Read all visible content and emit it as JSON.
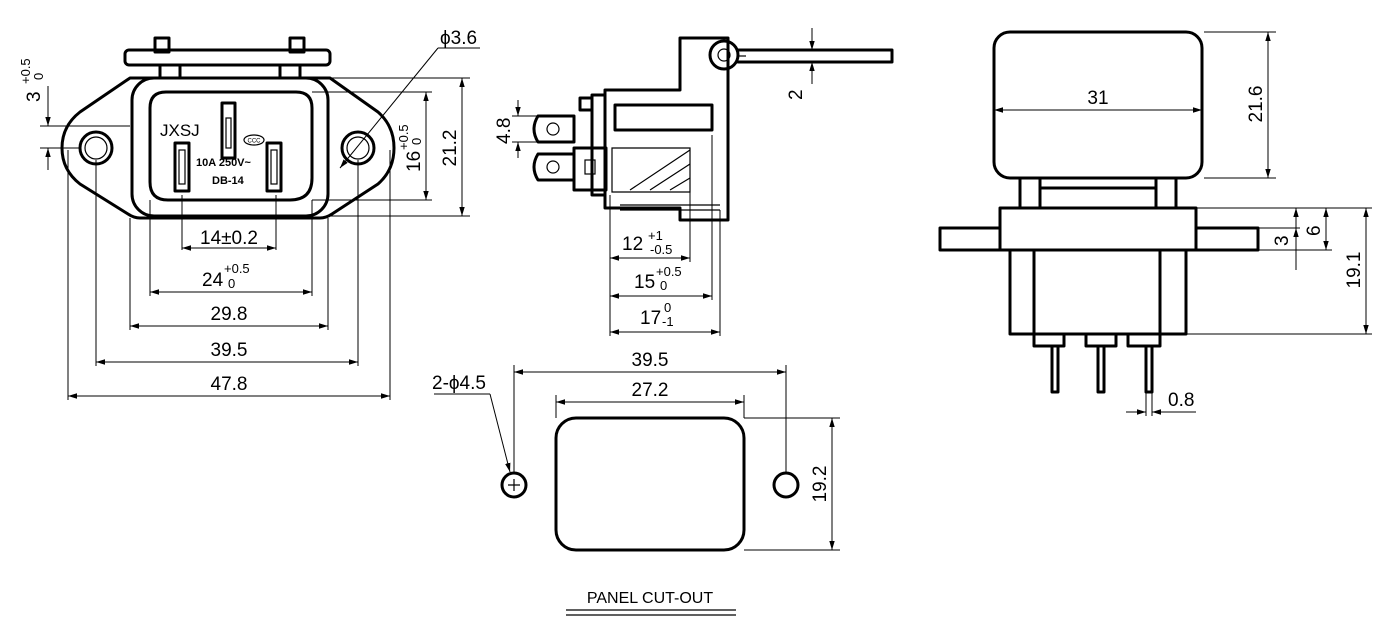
{
  "front_view": {
    "brand": "JXSJ",
    "cert_mark": "CCC",
    "rating": "10A  250V~",
    "model": "DB-14",
    "dims": {
      "d1": "14±0.2",
      "d2_main": "24",
      "d2_tol_upper": "+0.5",
      "d2_tol_lower": "0",
      "d3": "29.8",
      "d4": "39.5",
      "d5": "47.8",
      "d6": "21.2",
      "d7_main": "16",
      "d7_tol_upper": "+0.5",
      "d7_tol_lower": "0",
      "d8_main": "3",
      "d8_tol_upper": "+0.5",
      "d8_tol_lower": "0",
      "d9": "ϕ3.6"
    }
  },
  "side_view": {
    "dims": {
      "h1": "4.8",
      "h2": "2",
      "w1_main": "12",
      "w1_tol_upper": "+1",
      "w1_tol_lower": "-0.5",
      "w2_main": "15",
      "w2_tol_upper": "+0.5",
      "w2_tol_lower": "0",
      "w3_main": "17",
      "w3_tol_upper": "0",
      "w3_tol_lower": "-1"
    }
  },
  "top_view": {
    "dims": {
      "t1": "31",
      "t2": "21.6",
      "t3": "3",
      "t4": "6",
      "t5": "19.1",
      "t6": "0.8"
    }
  },
  "panel_cutout": {
    "title": "PANEL CUT-OUT",
    "hole_label": "2-ϕ4.5",
    "dims": {
      "c1": "39.5",
      "c2": "27.2",
      "c3": "19.2"
    }
  }
}
